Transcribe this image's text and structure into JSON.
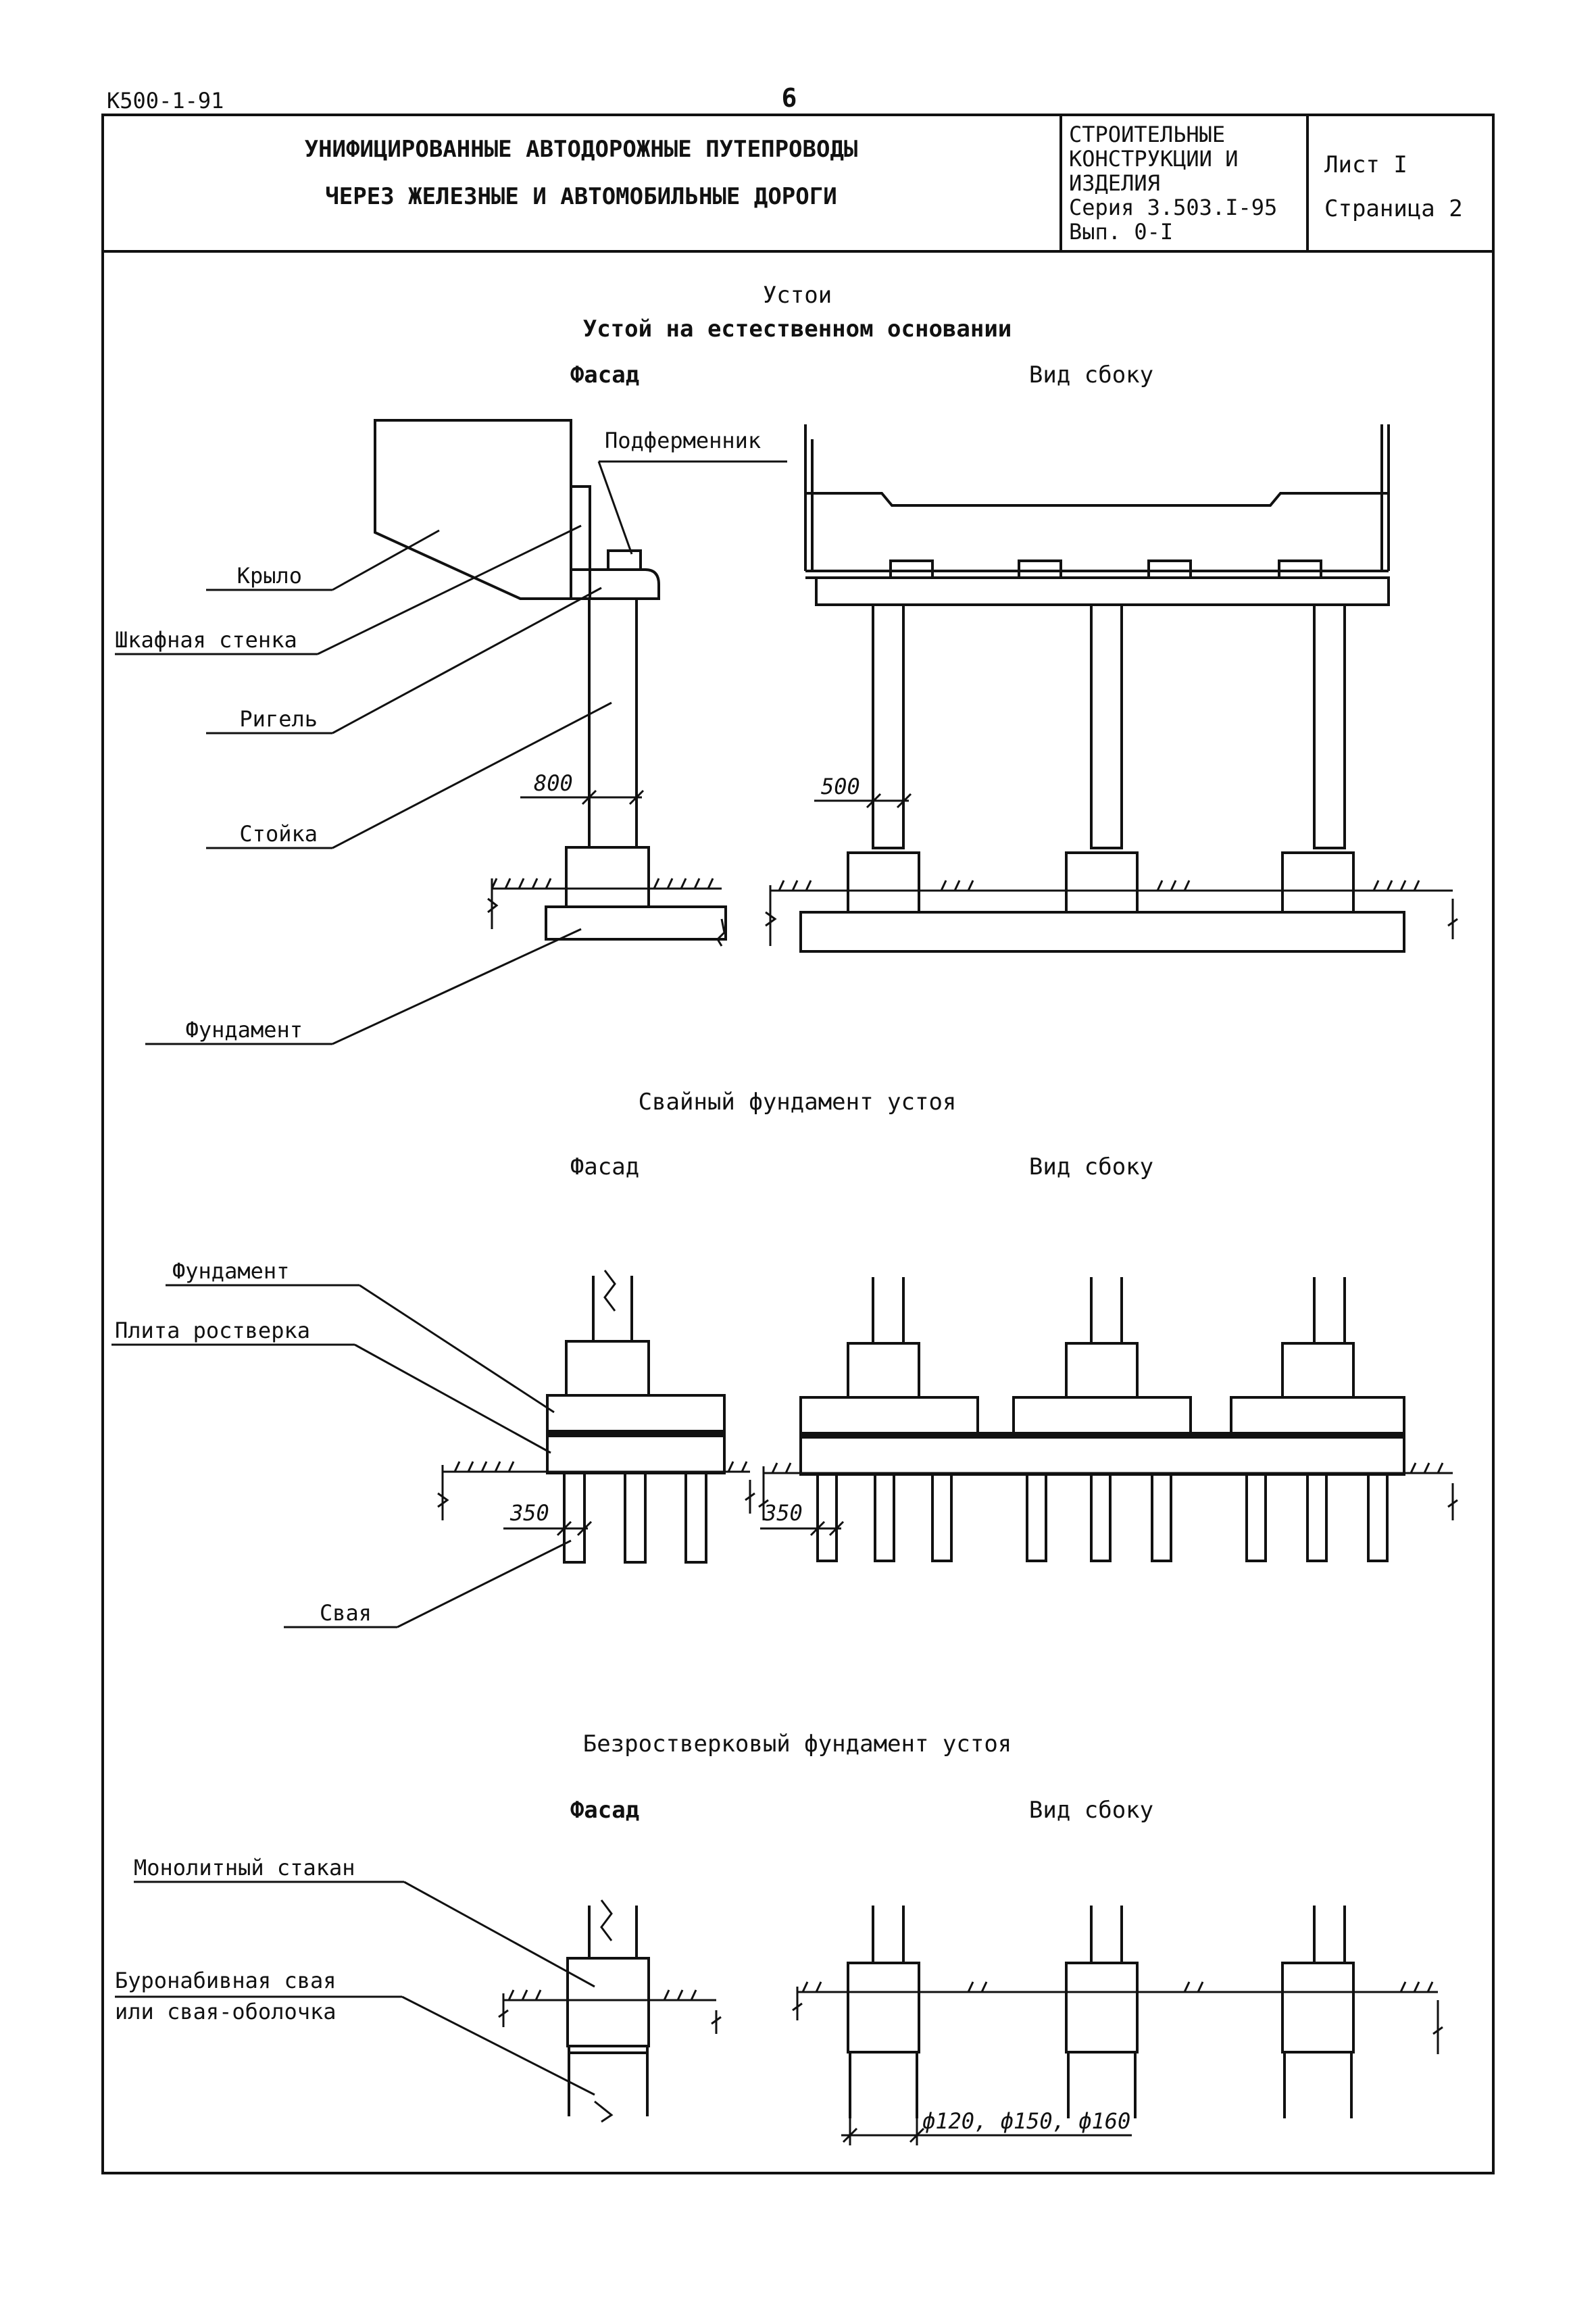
{
  "doc": {
    "code": "К500-1-91",
    "page_number": "6",
    "title_line1": "УНИФИЦИРОВАННЫЕ АВТОДОРОЖНЫЕ ПУТЕПРОВОДЫ",
    "title_line2": "ЧЕРЕЗ ЖЕЛЕЗНЫЕ И АВТОМОБИЛЬНЫЕ ДОРОГИ",
    "series_line1": "СТРОИТЕЛЬНЫЕ",
    "series_line2": "КОНСТРУКЦИИ И",
    "series_line3": "ИЗДЕЛИЯ",
    "series_line4": "Серия 3.503.I-95",
    "series_line5": "Вып. 0-I",
    "sheet": "Лист I",
    "page": "Страница 2"
  },
  "section1": {
    "title": "Устои",
    "subtitle": "Устой на естественном основании",
    "facade": "Фасад",
    "side": "Вид сбоку",
    "labels": {
      "podfermennik": "Подферменник",
      "krylo": "Крыло",
      "shkafnaya": "Шкафная стенка",
      "rigel": "Ригель",
      "stoyka": "Стойка",
      "fundament": "Фундамент"
    },
    "dim_facade": "800",
    "dim_side": "500"
  },
  "section2": {
    "title": "Свайный фундамент устоя",
    "facade": "Фасад",
    "side": "Вид сбоку",
    "labels": {
      "fundament": "Фундамент",
      "plita": "Плита ростверка",
      "svaya": "Свая"
    },
    "dim_facade": "350",
    "dim_side": "350"
  },
  "section3": {
    "title": "Безростверковый фундамент устоя",
    "facade": "Фасад",
    "side": "Вид сбоку",
    "labels": {
      "stakan": "Монолитный стакан",
      "burona_1": "Буронабивная свая",
      "burona_2": "или свая-оболочка"
    },
    "dim_side": "ф120, ф150, ф160"
  }
}
